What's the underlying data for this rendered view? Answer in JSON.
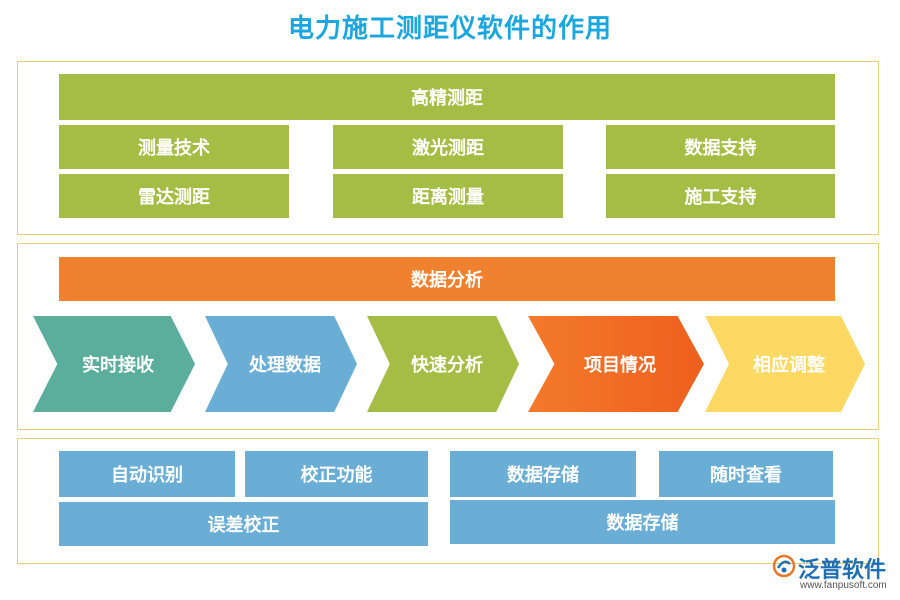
{
  "title": "电力施工测距仪软件的作用",
  "section1": {
    "header": "高精测距",
    "items": [
      "测量技术",
      "激光测距",
      "数据支持",
      "雷达测距",
      "距离测量",
      "施工支持"
    ]
  },
  "section2": {
    "header": "数据分析",
    "steps": [
      {
        "label": "实时接收",
        "color": "#5bae9b"
      },
      {
        "label": "处理数据",
        "color": "#6aaed6"
      },
      {
        "label": "快速分析",
        "color": "#a6bd45"
      },
      {
        "label": "项目情况",
        "color": "#f26a24"
      },
      {
        "label": "相应调整",
        "color": "#fdd964"
      }
    ]
  },
  "section3": {
    "items": [
      "自动识别",
      "校正功能",
      "数据存储",
      "随时查看",
      "误差校正",
      "数据存储"
    ]
  },
  "watermark": {
    "brand": "泛普软件",
    "url": "www.fanpusoft.com"
  }
}
